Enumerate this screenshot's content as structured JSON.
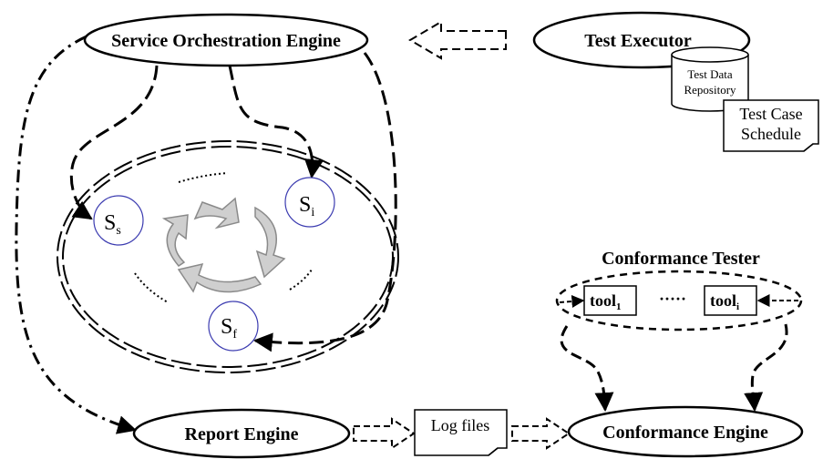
{
  "nodes": {
    "orchestration_engine": "Service Orchestration Engine",
    "test_executor": "Test Executor",
    "report_engine": "Report Engine",
    "conformance_engine": "Conformance Engine",
    "conformance_tester": "Conformance Tester"
  },
  "repository": {
    "line1": "Test Data",
    "line2": "Repository"
  },
  "schedule": {
    "line1": "Test Case",
    "line2": "Schedule"
  },
  "log_files": "Log files",
  "states": [
    {
      "base": "S",
      "sub": "s"
    },
    {
      "base": "S",
      "sub": "i"
    },
    {
      "base": "S",
      "sub": "f"
    }
  ],
  "tools": [
    {
      "base": "tool",
      "sub": "1"
    },
    {
      "base": "tool",
      "sub": "i"
    }
  ],
  "tools_ellipsis": "·····",
  "colors": {
    "line": "#000000",
    "state_border": "#3b3bb0",
    "cycle_fill": "#cfcfcf",
    "cycle_stroke": "#8a8a8a"
  }
}
